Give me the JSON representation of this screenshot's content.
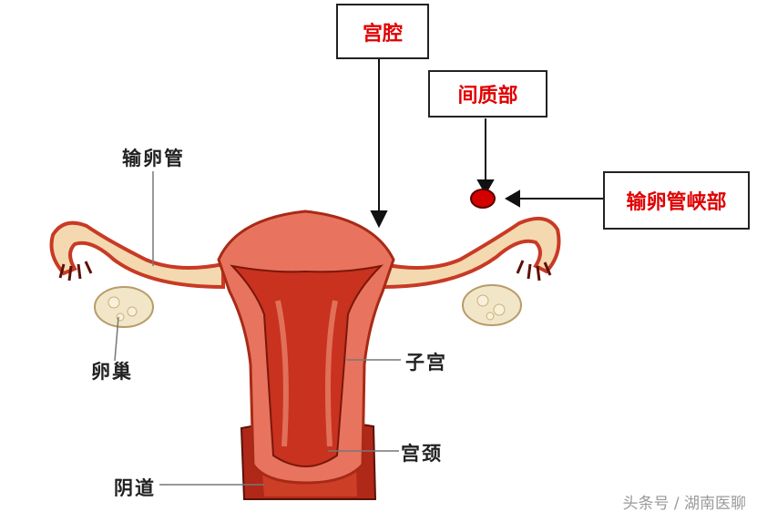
{
  "colors": {
    "callout_text": "#e00000",
    "uterus_outer": "#e8745f",
    "uterus_inner": "#c8321f",
    "tube_fill": "#f4d9b0",
    "marker_dot": "#d40000"
  },
  "callouts": {
    "uterine_cavity": "宫腔",
    "interstitial_part": "间质部",
    "isthmic_part": "输卵管峡部"
  },
  "labels": {
    "fallopian_tube": "输卵管",
    "ovary": "卵巢",
    "uterus": "子宫",
    "cervix": "宫颈",
    "vagina": "阴道"
  },
  "watermark": "头条号 / 湖南医聊"
}
